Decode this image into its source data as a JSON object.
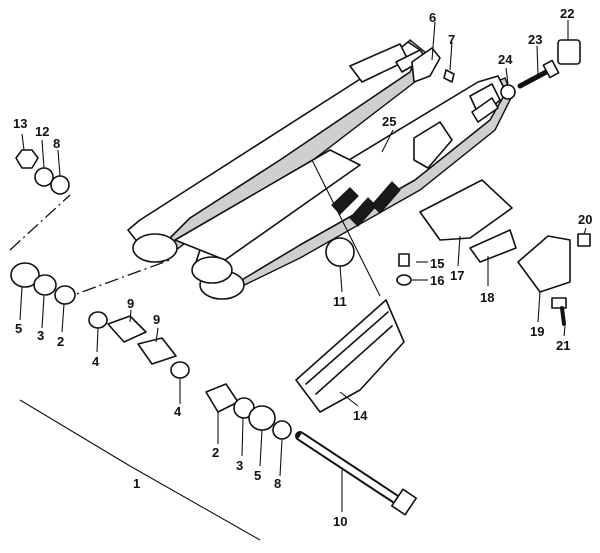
{
  "diagram": {
    "labels": {
      "p1": "1",
      "p2a": "2",
      "p2b": "2",
      "p3a": "3",
      "p3b": "3",
      "p4a": "4",
      "p4b": "4",
      "p5a": "5",
      "p5b": "5",
      "p6": "6",
      "p7": "7",
      "p8a": "8",
      "p8b": "8",
      "p9a": "9",
      "p9b": "9",
      "p10": "10",
      "p11": "11",
      "p12": "12",
      "p13": "13",
      "p14": "14",
      "p15": "15",
      "p16": "16",
      "p17": "17",
      "p18": "18",
      "p19": "19",
      "p20": "20",
      "p21": "21",
      "p22": "22",
      "p23": "23",
      "p24": "24",
      "p25": "25"
    }
  }
}
